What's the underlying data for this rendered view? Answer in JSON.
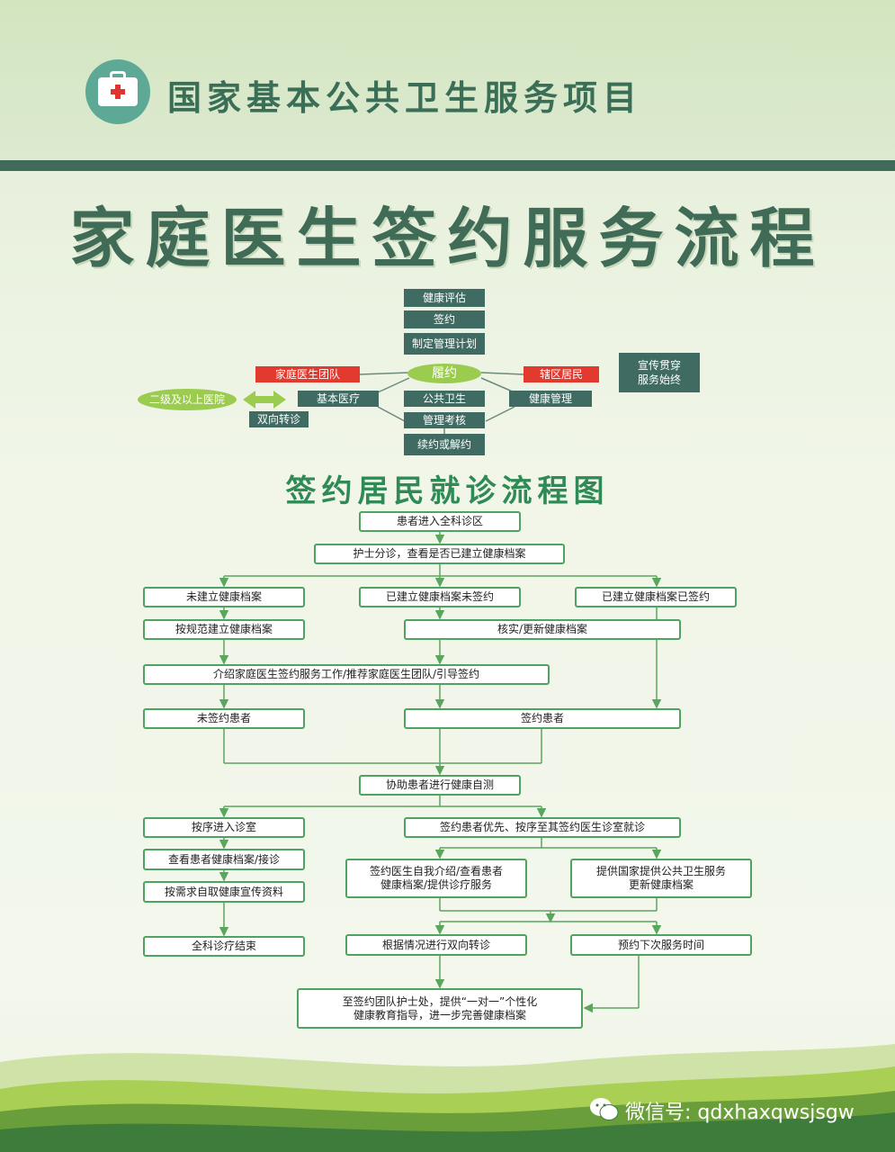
{
  "header": {
    "title": "国家基本公共卫生服务项目"
  },
  "main_title": "家庭医生签约服务流程",
  "top_diagram": {
    "steps": [
      "健康评估",
      "签约",
      "制定管理计划"
    ],
    "center": "履约",
    "left_red": "家庭医生团队",
    "right_red": "辖区居民",
    "hospital": "二级及以上医院",
    "referral": "双向转诊",
    "services": [
      "基本医疗",
      "公共卫生",
      "健康管理"
    ],
    "assessment": "管理考核",
    "renew": "续约或解约",
    "promo": "宣传贯穿\n服务始终"
  },
  "sub_title": "签约居民就诊流程图",
  "flow": {
    "enter": "患者进入全科诊区",
    "triage": "护士分诊，查看是否已建立健康档案",
    "no_record": "未建立健康档案",
    "record_unsigned": "已建立健康档案未签约",
    "record_signed": "已建立健康档案已签约",
    "create_record": "按规范建立健康档案",
    "verify_record": "核实/更新健康档案",
    "introduce": "介绍家庭医生签约服务工作/推荐家庭医生团队/引导签约",
    "unsigned_patient": "未签约患者",
    "signed_patient": "签约患者",
    "self_test": "协助患者进行健康自测",
    "enter_room": "按序进入诊室",
    "signed_priority": "签约患者优先、按序至其签约医生诊室就诊",
    "view_record": "查看患者健康档案/接诊",
    "doctor_intro": "签约医生自我介绍/查看患者\n健康档案/提供诊疗服务",
    "public_service": "提供国家提供公共卫生服务\n更新健康档案",
    "get_material": "按需求自取健康宣传资料",
    "end": "全科诊疗结束",
    "referral": "根据情况进行双向转诊",
    "appointment": "预约下次服务时间",
    "education": "至签约团队护士处，提供“一对一”个性化\n健康教育指导，进一步完善健康档案"
  },
  "footer": {
    "wechat": "微信号: qdxhaxqwsjsgw"
  },
  "colors": {
    "dark_green": "#3f6b62",
    "red": "#e33a2f",
    "light_green": "#9ccc4f",
    "flow_border": "#4ea35e"
  }
}
